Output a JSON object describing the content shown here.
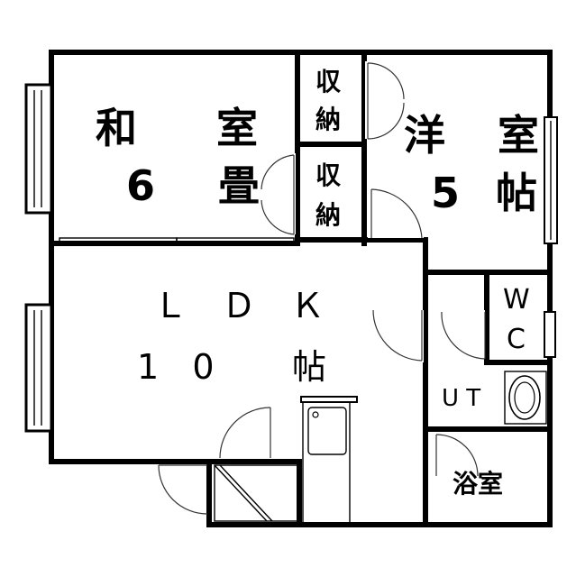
{
  "rooms": {
    "washitsu": {
      "name": "和 室",
      "size": "6 畳"
    },
    "youshitsu": {
      "name": "洋 室",
      "size": "5 帖"
    },
    "ldk": {
      "name": "ＬＤＫ",
      "size": "10 帖"
    },
    "wc_line1": "W",
    "wc_line2": "C",
    "ut": "U T",
    "bath": "浴室",
    "storage1": [
      "収",
      "納"
    ],
    "storage2": [
      "収",
      "納"
    ]
  }
}
